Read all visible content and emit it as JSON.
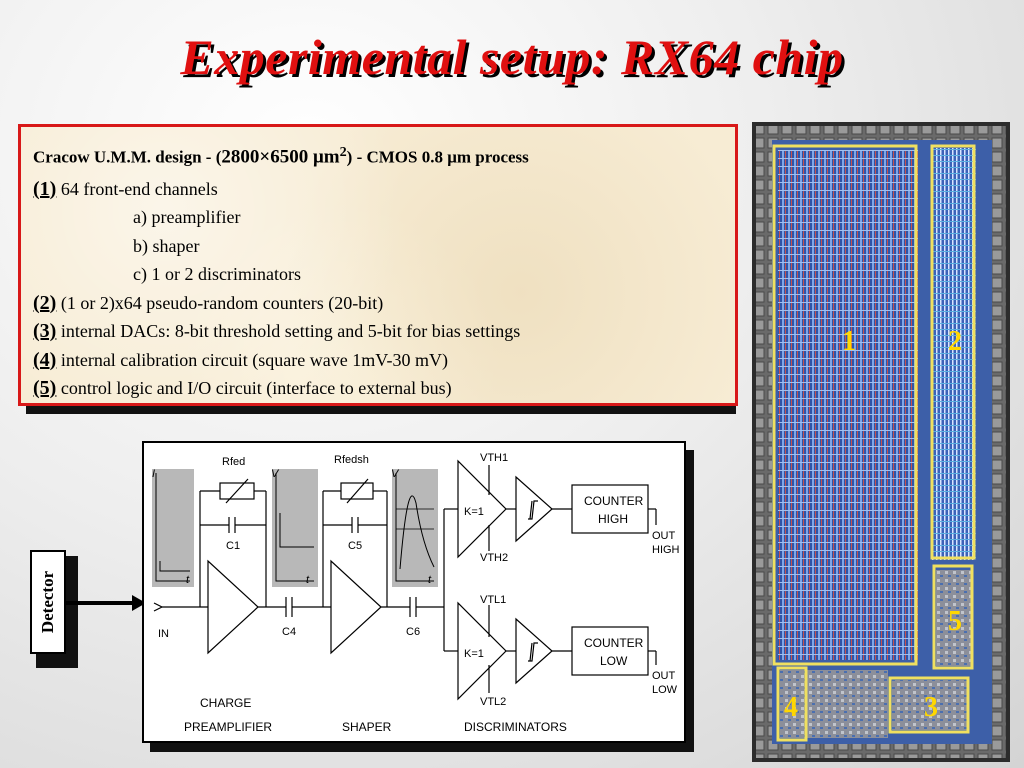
{
  "title": "Experimental setup: RX64 chip",
  "info": {
    "header_pre": "Cracow U.M.M. design -  (",
    "header_dims": "2800×6500 μm",
    "header_sup": "2",
    "header_post": ") - CMOS 0.8  μm process",
    "items": [
      {
        "num": "(1)",
        "text": " 64 front-end channels"
      },
      {
        "num": "(2)",
        "text": " (1 or 2)x64 pseudo-random counters (20-bit)"
      },
      {
        "num": "(3)",
        "text": " internal DACs: 8-bit threshold setting and 5-bit for  bias settings"
      },
      {
        "num": "(4)",
        "text": " internal calibration circuit (square wave 1mV-30 mV)"
      },
      {
        "num": "(5)",
        "text": " control logic and I/O circuit (interface to external bus)"
      }
    ],
    "subitems": [
      "a) preamplifier",
      "b) shaper",
      "c) 1 or 2 discriminators"
    ]
  },
  "detector_label": "Detector",
  "diagram": {
    "in": "IN",
    "rfed": "Rfed",
    "rfedsh": "Rfedsh",
    "c1": "C1",
    "c4": "C4",
    "c5": "C5",
    "c6": "C6",
    "vth1": "VTH1",
    "vth2": "VTH2",
    "vtl1": "VTL1",
    "vtl2": "VTL2",
    "k1": "K=1",
    "k2": "K=1",
    "axis_i": "I",
    "axis_v1": "V",
    "axis_v2": "V",
    "axis_t": "t",
    "counter_high_1": "COUNTER",
    "counter_high_2": "HIGH",
    "counter_low_1": "COUNTER",
    "counter_low_2": "LOW",
    "out_high_1": "OUT",
    "out_high_2": "HIGH",
    "out_low_1": "OUT",
    "out_low_2": "LOW",
    "charge": "CHARGE",
    "preamplifier": "PREAMPLIFIER",
    "shaper": "SHAPER",
    "discriminators": "DISCRIMINATORS"
  },
  "chip_labels": [
    "1",
    "2",
    "3",
    "4",
    "5"
  ],
  "colors": {
    "title": "#e01010",
    "border": "#d81818",
    "chip_highlight": "#ffd700"
  }
}
